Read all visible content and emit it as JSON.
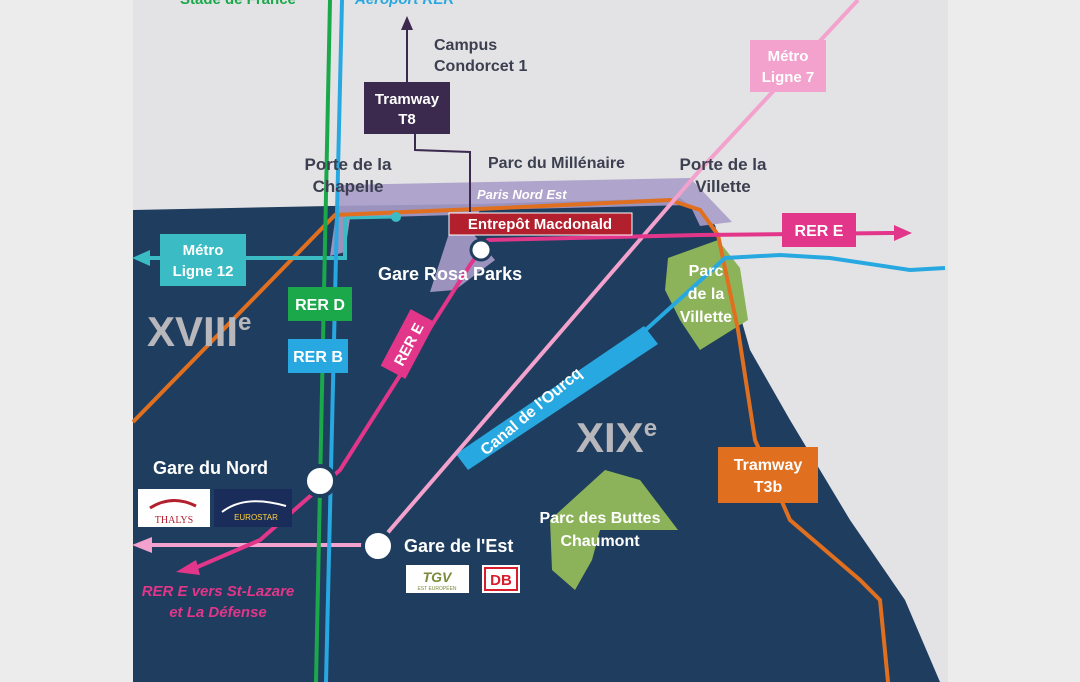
{
  "colors": {
    "background": "#ececec",
    "paris_area": "#1f3d5e",
    "paris_nord_est": "#a89cc8",
    "park_green": "#8db35a",
    "rer_b": "#27a8e0",
    "rer_d": "#1aa84a",
    "rer_e": "#e2368a",
    "metro_7": "#f2a2cc",
    "metro_12": "#3bbcc4",
    "tramway_t3b": "#e07020",
    "tramway_t8": "#3b2a4e",
    "canal": "#27a8e0",
    "entrepot_red": "#b21f2d",
    "station_white": "#ffffff"
  },
  "top_clipped": {
    "stade": "Stade de France",
    "aeroport": "Aéroport RER"
  },
  "lines": {
    "tramway_t8": [
      "Tramway",
      "T8"
    ],
    "metro_7": [
      "Métro",
      "Ligne 7"
    ],
    "metro_12": [
      "Métro",
      "Ligne 12"
    ],
    "rer_e_east": "RER E",
    "rer_d": "RER D",
    "rer_b": "RER B",
    "rer_e_diag": "RER E",
    "tramway_t3b": [
      "Tramway",
      "T3b"
    ]
  },
  "places": {
    "campus": [
      "Campus",
      "Condorcet 1"
    ],
    "porte_chapelle": [
      "Porte de la",
      "Chapelle"
    ],
    "parc_millenaire": "Parc du Millénaire",
    "porte_villette": [
      "Porte de la",
      "Villette"
    ],
    "paris_nord_est": "Paris Nord Est",
    "entrepot": "Entrepôt Macdonald",
    "gare_rosa_parks": "Gare Rosa Parks",
    "parc_villette": [
      "Parc",
      "de la",
      "Villette"
    ],
    "arr_18": "XVIII",
    "arr_18_sup": "e",
    "arr_19": "XIX",
    "arr_19_sup": "e",
    "canal": "Canal de l'Ourcq",
    "gare_du_nord": "Gare du Nord",
    "gare_de_l_est": "Gare de l'Est",
    "parc_buttes": [
      "Parc des Buttes",
      "Chaumont"
    ],
    "rer_e_dest": [
      "RER E vers St-Lazare",
      "et La Défense"
    ]
  },
  "logos": {
    "thalys": "THALYS",
    "eurostar": "EUROSTAR",
    "tgv": "TGV",
    "tgv_sub": "EST EUROPÉEN",
    "db": "DB"
  }
}
